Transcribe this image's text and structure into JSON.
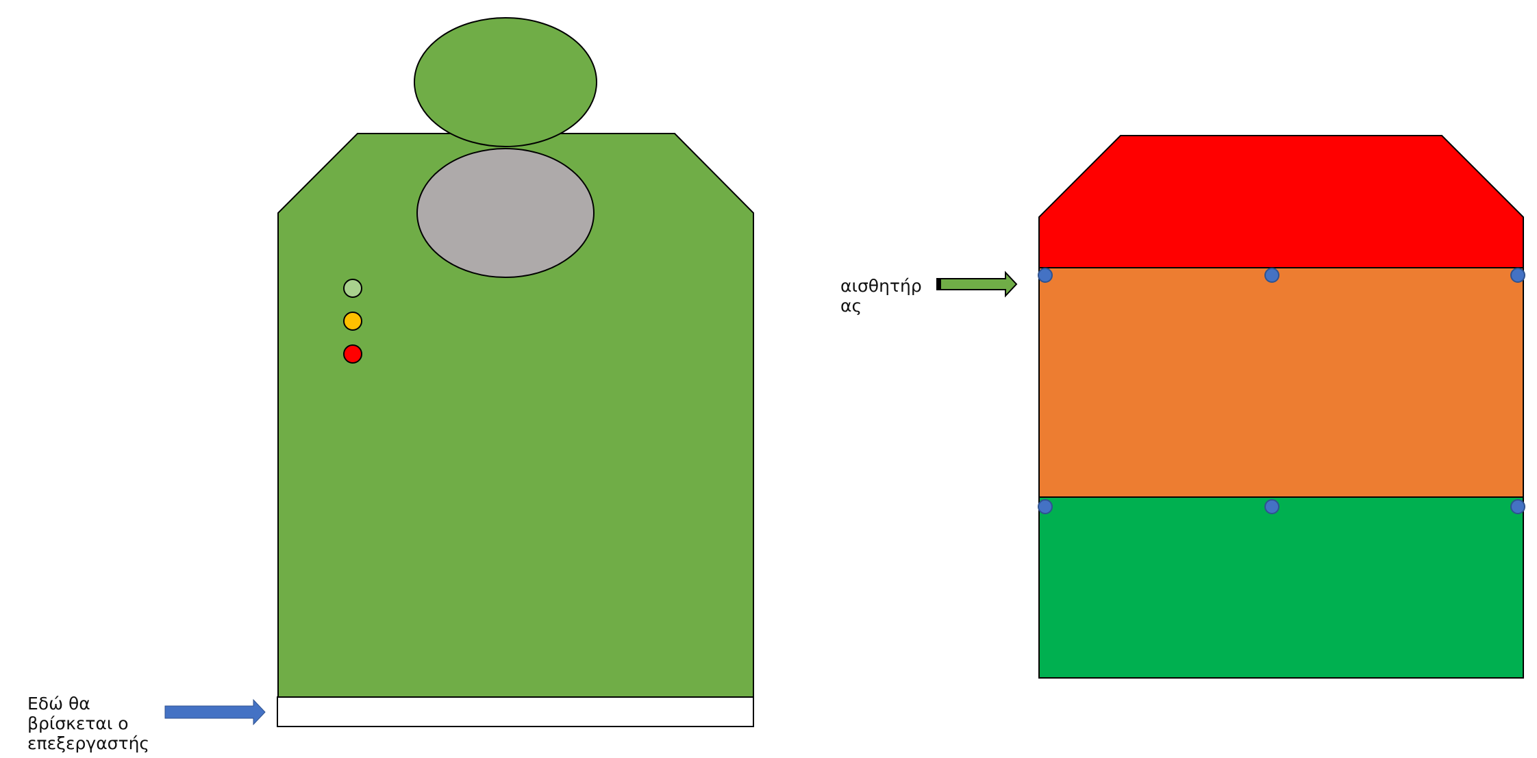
{
  "labels": {
    "processor": [
      "Εδώ θα",
      "βρίσκεται ο",
      "επεξεργαστής"
    ],
    "sensor": [
      "αισθητήρ",
      "ας"
    ]
  },
  "colors": {
    "body_green": "#70AD47",
    "head_grey": "#AEAAAA",
    "led_light_green": "#A9D18E",
    "led_yellow": "#FFC000",
    "led_red": "#FF0000",
    "processor_arrow_blue": "#4472C4",
    "sensor_arrow_green": "#70AD47",
    "top_section_red": "#FF0000",
    "middle_section_orange": "#ED7D31",
    "bottom_section_green": "#00B050",
    "connector_dot_blue": "#4472C4",
    "outline": "#000000"
  }
}
